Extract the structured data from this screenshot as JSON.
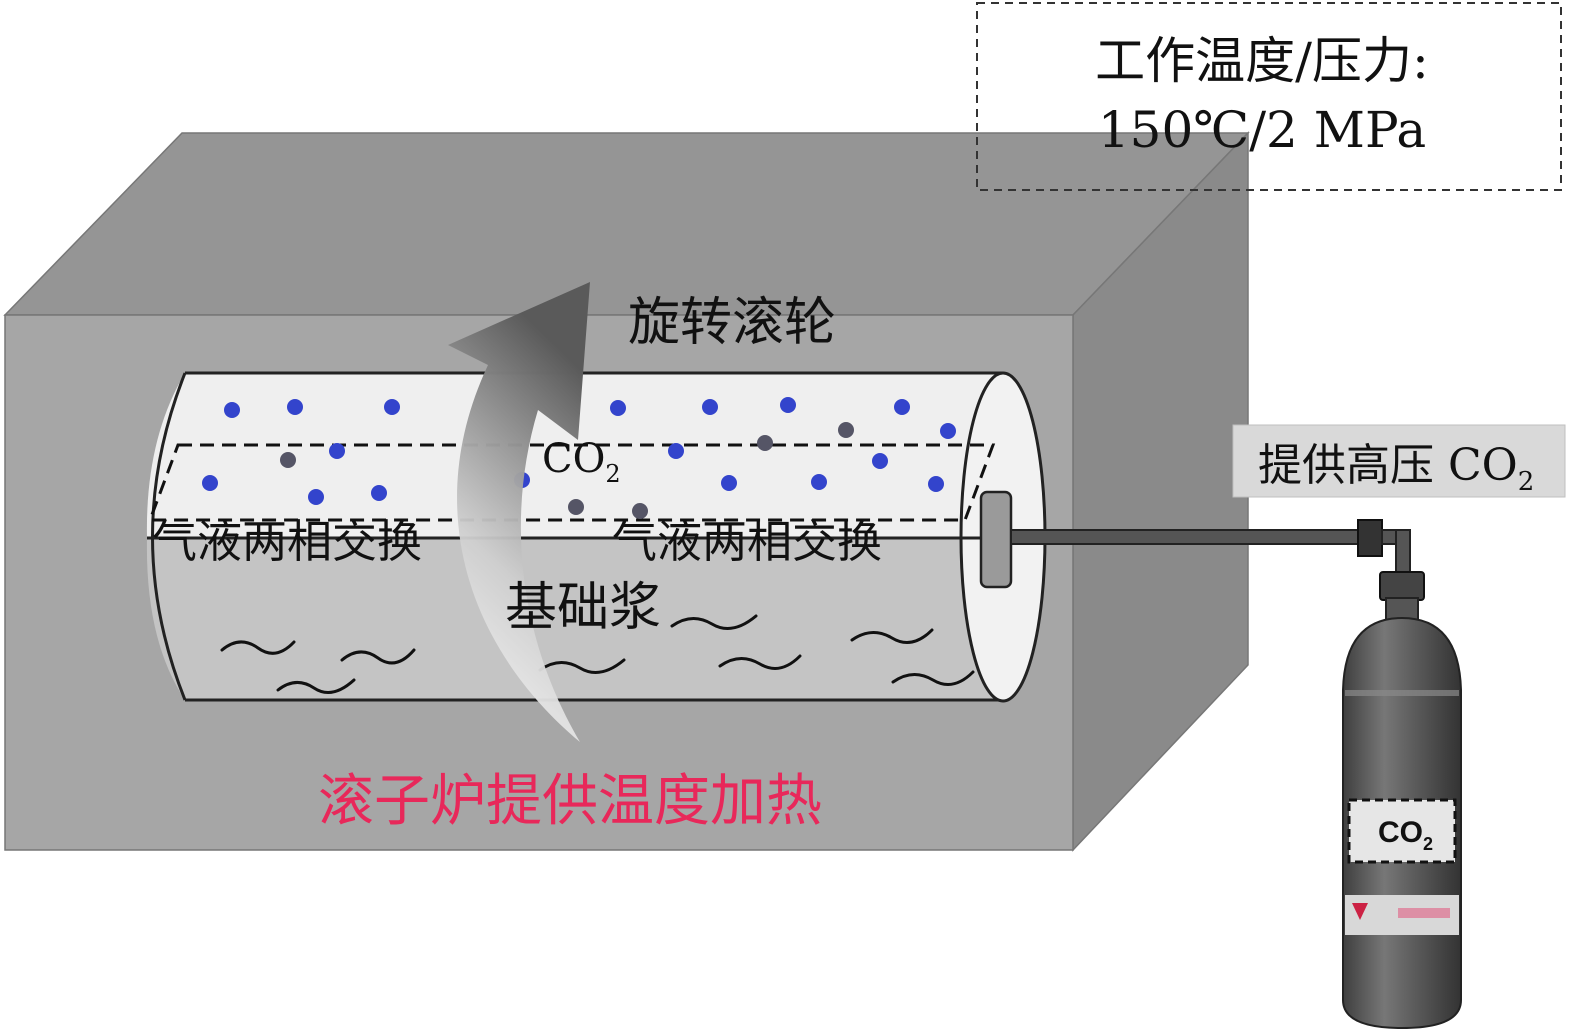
{
  "condition_box": {
    "line1": "工作温度/压力:",
    "line2": "150℃/2 MPa"
  },
  "labels": {
    "rotating_roller": "旋转滚轮",
    "co2_main": "CO",
    "co2_main_sub": "2",
    "exchange_left": "气液两相交换",
    "exchange_right": "气液两相交换",
    "base_slurry": "基础浆",
    "heating": "滚子炉提供温度加热",
    "supply_main": "提供高压 CO",
    "supply_sub": "2",
    "cylinder_label": "CO",
    "cylinder_label_sub": "2"
  },
  "colors": {
    "oven_front": "#a6a6a6",
    "oven_top": "#959595",
    "oven_side": "#8a8a8a",
    "roller_gas": "#efefef",
    "roller_liquid": "#c8c8c8",
    "dot_blue": "#3344cc",
    "dot_gray": "#555566",
    "heating_text": "#e8285a",
    "supply_box": "#d9d9d9",
    "cylinder": "#555555"
  }
}
